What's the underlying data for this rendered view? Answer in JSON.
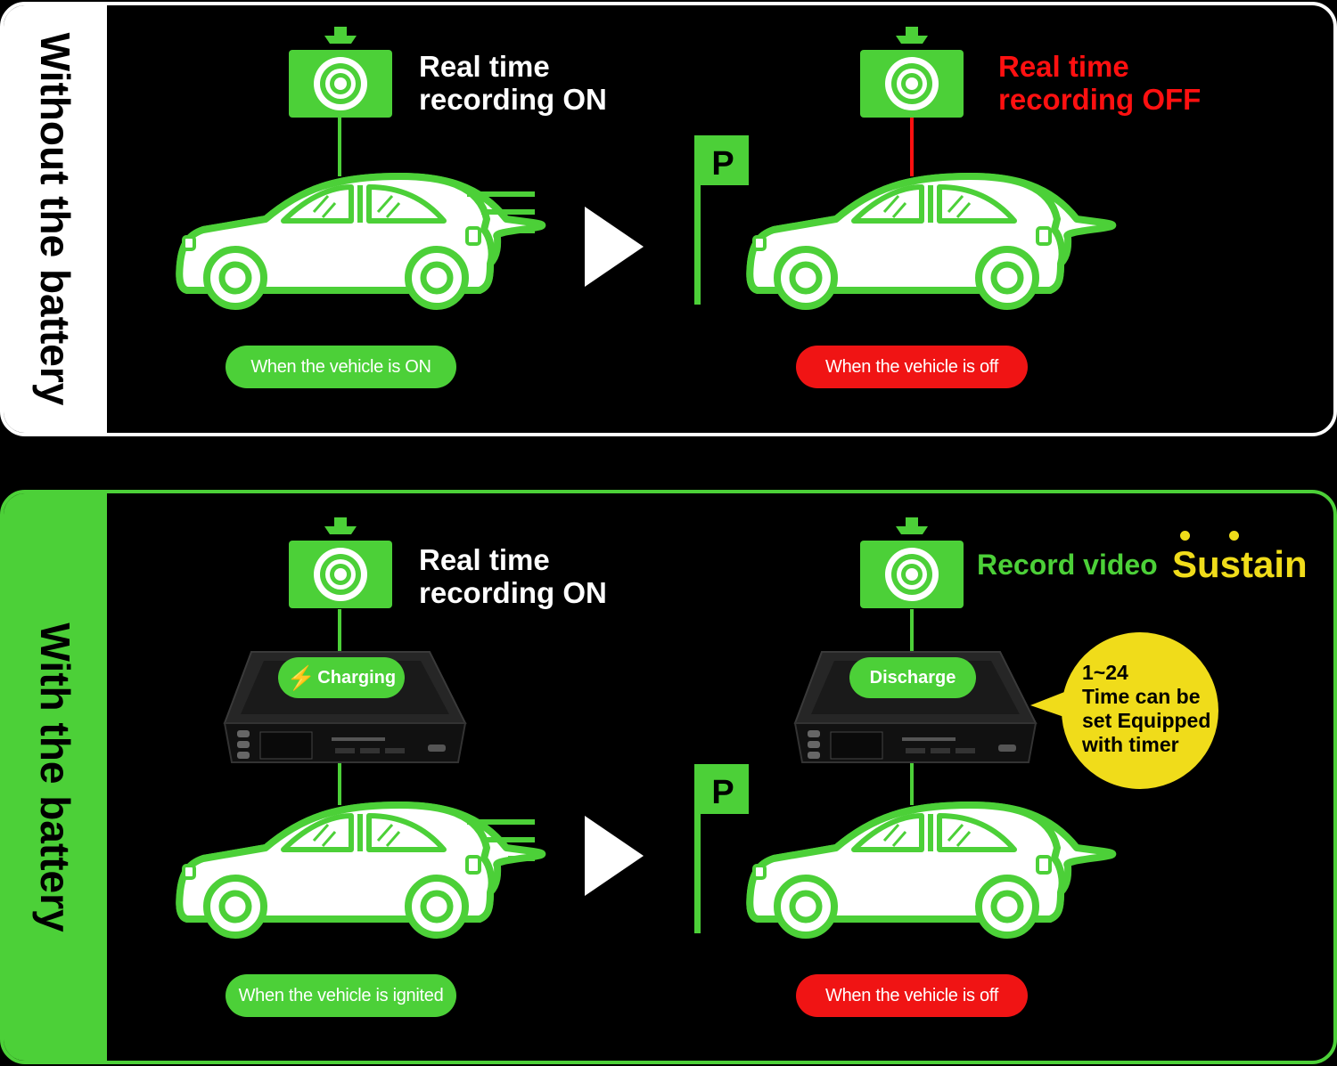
{
  "colors": {
    "green": "#4cd038",
    "red": "#f01414",
    "yellow": "#f0dc1a",
    "background": "#000000"
  },
  "top": {
    "side_label": "Without the battery",
    "left": {
      "line1": "Real time",
      "line2": "recording ON",
      "pill": "When the vehicle is ON"
    },
    "right": {
      "line1": "Real time",
      "line2": "recording OFF",
      "pill": "When the vehicle is off"
    },
    "parking_sign": "P"
  },
  "bottom": {
    "side_label": "With the battery",
    "left": {
      "line1": "Real time",
      "line2": "recording ON",
      "pill": "When the vehicle is ignited",
      "battery_badge": "Charging"
    },
    "right": {
      "record_text": "Record video",
      "sustain_text": "Sustain",
      "pill": "When the vehicle is off",
      "battery_badge": "Discharge"
    },
    "parking_sign": "P",
    "bubble": {
      "line1": "1~24",
      "line2": "Time can be",
      "line3": "set Equipped",
      "line4": "with timer"
    }
  },
  "icons": [
    "dashcam-icon",
    "car-icon",
    "speed-lines-icon",
    "play-arrow-icon",
    "parking-sign-icon",
    "battery-pack-icon",
    "lightning-bolt-icon",
    "speech-bubble-icon"
  ]
}
